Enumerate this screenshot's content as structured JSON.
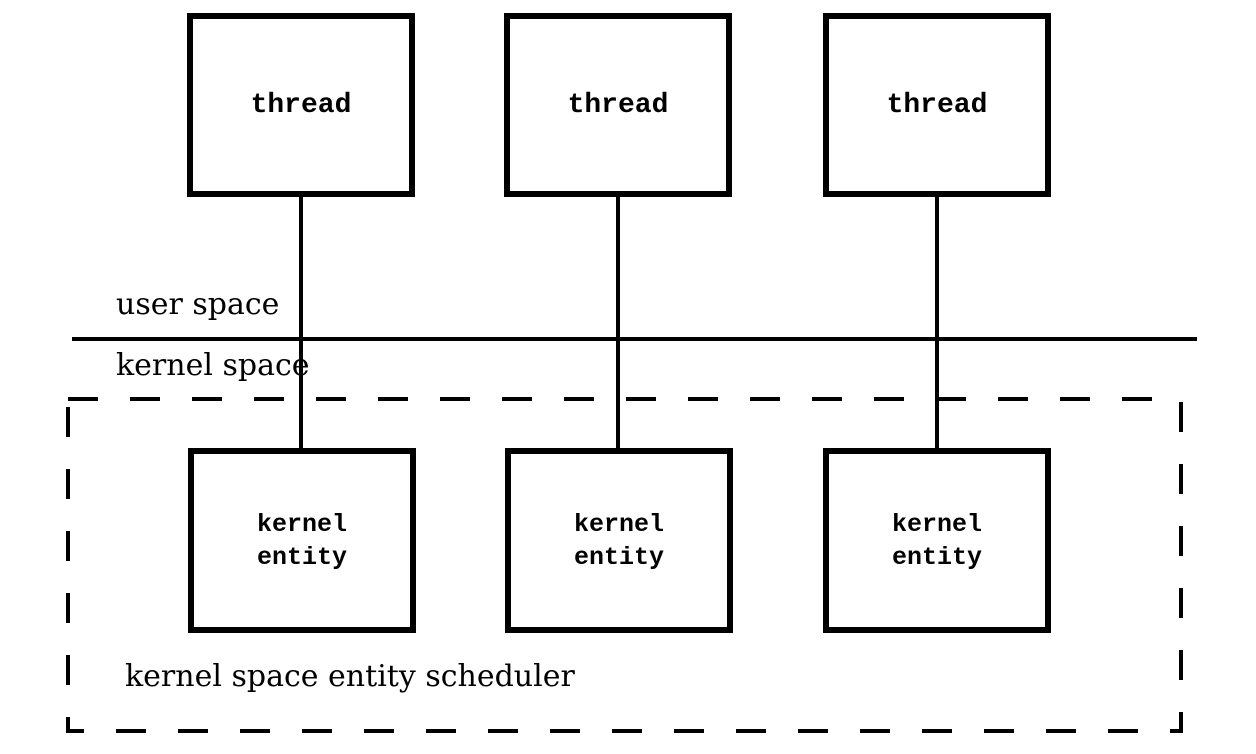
{
  "page": {
    "background_color": "#ffffff",
    "line_color": "#000000",
    "text_color": "#000000"
  },
  "user_space": {
    "label": "user space",
    "threads": [
      {
        "label": "thread"
      },
      {
        "label": "thread"
      },
      {
        "label": "thread"
      }
    ]
  },
  "kernel_space": {
    "label": "kernel space",
    "scheduler_label": "kernel space entity scheduler",
    "entities": [
      {
        "label": "kernel\nentity"
      },
      {
        "label": "kernel\nentity"
      },
      {
        "label": "kernel\nentity"
      }
    ]
  }
}
